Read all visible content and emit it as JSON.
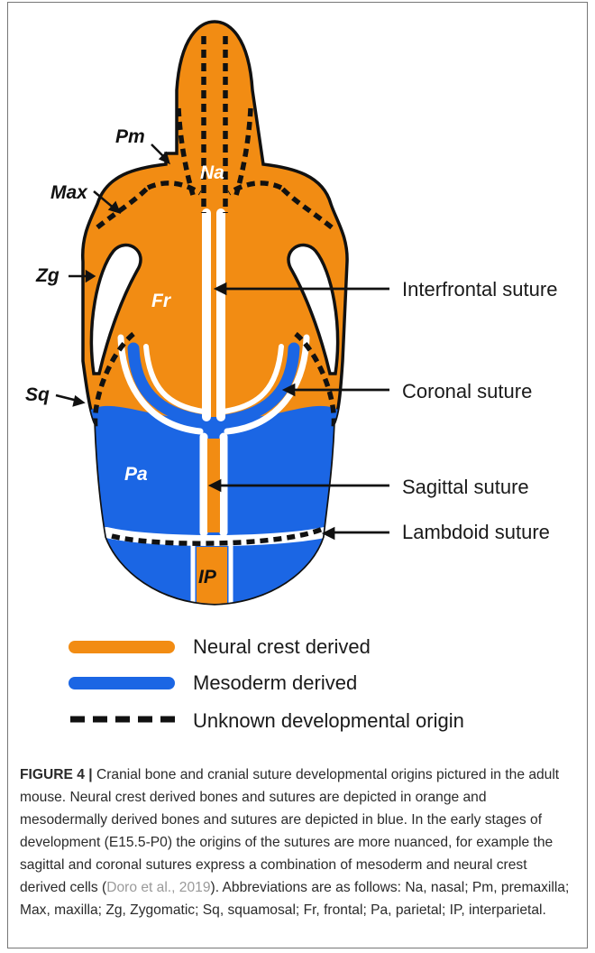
{
  "colors": {
    "neural_crest": "#F28C13",
    "mesoderm": "#1B66E4",
    "outline": "#111111",
    "suture_gap": "#ffffff"
  },
  "bones": {
    "na": "Na",
    "pm": "Pm",
    "max": "Max",
    "zg": "Zg",
    "fr": "Fr",
    "sq": "Sq",
    "pa": "Pa",
    "ip": "IP"
  },
  "sutures": {
    "interfrontal": "Interfrontal suture",
    "coronal": "Coronal suture",
    "sagittal": "Sagittal suture",
    "lambdoid": "Lambdoid suture"
  },
  "legend": [
    {
      "label": "Neural crest derived",
      "style": "orange"
    },
    {
      "label": "Mesoderm derived",
      "style": "blue"
    },
    {
      "label": "Unknown developmental origin",
      "style": "dashed"
    }
  ],
  "caption": {
    "label": "FIGURE 4 |",
    "text_before": " Cranial bone and cranial suture developmental origins pictured in the adult mouse. Neural crest derived bones and sutures are depicted in orange and mesodermally derived bones and sutures are depicted in blue. In the early stages of development (E15.5-P0) the origins of the sutures are more nuanced, for example the sagittal and coronal sutures express a combination of mesoderm and neural crest derived cells (",
    "citation": "Doro et al., 2019",
    "text_after": "). Abbreviations are as follows: Na, nasal; Pm, premaxilla; Max, maxilla; Zg, Zygomatic; Sq, squamosal; Fr, frontal; Pa, parietal; IP, interparietal."
  }
}
